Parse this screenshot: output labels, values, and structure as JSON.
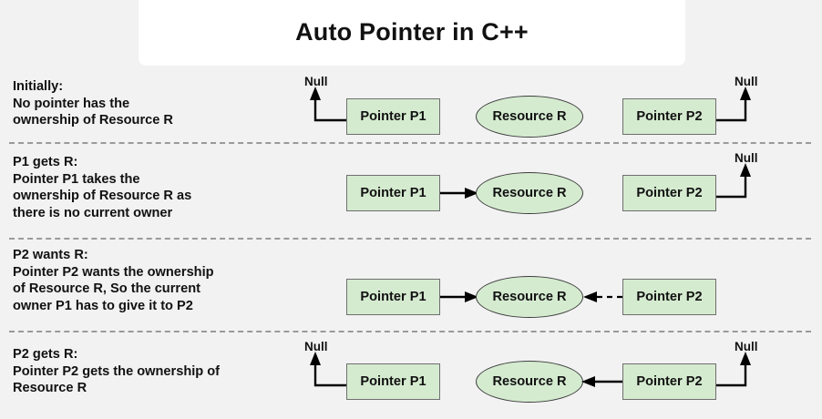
{
  "header": {
    "title": "Auto Pointer in C++"
  },
  "colors": {
    "background": "#f2f2f2",
    "panel": "#ffffff",
    "node_fill": "#d5ebd0",
    "node_border": "#6f6f6f",
    "separator": "#9a9a9a",
    "arrow": "#000000",
    "text": "#111111"
  },
  "labels": {
    "pointer_p1": "Pointer P1",
    "pointer_p2": "Pointer P2",
    "resource_r": "Resource R",
    "null": "Null"
  },
  "rows": [
    {
      "id": "initially",
      "heading": "Initially:",
      "description_lines": [
        "No pointer has the",
        "ownership of Resource R"
      ],
      "p1_null": true,
      "p2_null": true,
      "p1_to_resource": "none",
      "p2_to_resource": "none"
    },
    {
      "id": "p1-gets-r",
      "heading": "P1 gets R:",
      "description_lines": [
        "Pointer P1 takes the",
        "ownership of Resource R as",
        "there is no current owner"
      ],
      "p1_null": false,
      "p2_null": true,
      "p1_to_resource": "solid",
      "p2_to_resource": "none"
    },
    {
      "id": "p2-wants-r",
      "heading": "P2 wants R:",
      "description_lines": [
        "Pointer P2 wants the ownership",
        "of Resource R, So the current",
        "owner P1 has to give it to P2"
      ],
      "p1_null": false,
      "p2_null": false,
      "p1_to_resource": "solid",
      "p2_to_resource": "dashed"
    },
    {
      "id": "p2-gets-r",
      "heading": "P2 gets R:",
      "description_lines": [
        "Pointer P2 gets the ownership of",
        "Resource R"
      ],
      "p1_null": true,
      "p2_null": true,
      "p1_to_resource": "none",
      "p2_to_resource": "solid"
    }
  ]
}
